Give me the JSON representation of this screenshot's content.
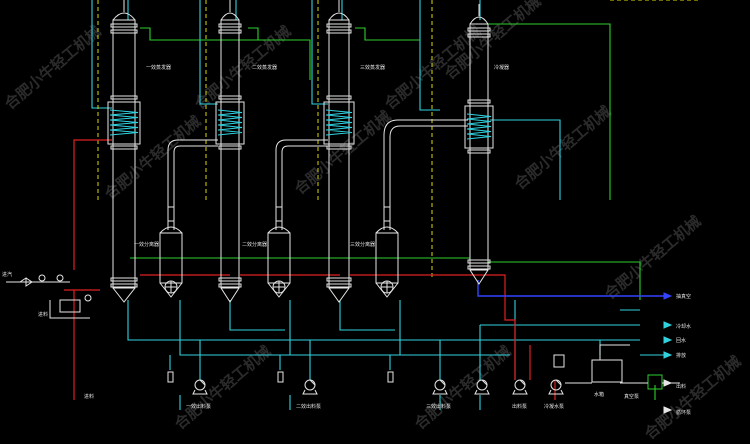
{
  "drawing": {
    "background": "#000000",
    "watermark_text": "合肥小牛轻工机械",
    "colors": {
      "equipment": "#e6e6e6",
      "steam_line": "#e02020",
      "cooling_water": "#2fd3e0",
      "vacuum_line": "#2bd12b",
      "condensate_line": "#d8d800",
      "vacuum_pump_line": "#3344ff",
      "heater_coil": "#2fd3e0"
    }
  },
  "labels": {
    "effect1_evaporator": "一效蒸发器",
    "effect2_evaporator": "二效蒸发器",
    "effect3_evaporator": "三效蒸发器",
    "condenser": "冷凝器",
    "separator1": "一效分离器",
    "separator2": "二效分离器",
    "separator3": "三效分离器",
    "steam_in": "进汽",
    "feed": "进料",
    "pump1": "一效出料泵",
    "pump2": "二效出料泵",
    "pump3": "三效出料泵",
    "pump4": "出料泵",
    "pump5": "冷凝水泵",
    "pump6": "循环泵",
    "water_tank": "水箱",
    "vacuum_pump": "真空泵",
    "out_vacuum": "抽真空",
    "out_cooling_in": "冷却水",
    "out_cooling_out": "回水",
    "out_drain": "排放",
    "out_discharge": "出料"
  }
}
